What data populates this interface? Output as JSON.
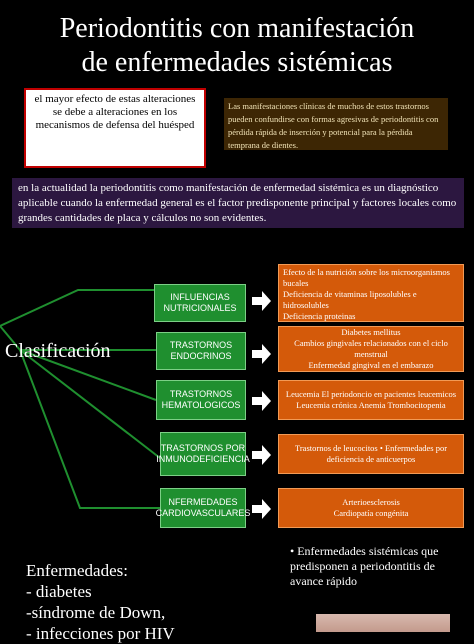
{
  "slide": {
    "title_line1": "Periodontitis con manifestación",
    "title_line2": "de enfermedades sistémicas"
  },
  "intro": {
    "white_box": "el mayor efecto de estas alteraciones se debe a alteraciones en los mecanismos de defensa del huésped",
    "brown_box": "Las manifestaciones clínicas de muchos de estos trastornos pueden confundirse con formas agresivas de periodontitis con pérdida rápida de inserción y potencial para la pérdida temprana de dientes.",
    "purple_box": "en la actualidad la periodontitis como manifestación de enfermedad sistémica es un diagnóstico aplicable cuando la enfermedad general es el factor predisponente principal y factores locales como grandes cantidades de placa y cálculos no son evidentes."
  },
  "classification": {
    "heading": "Clasificación",
    "rows": [
      {
        "label": "INFLUENCIAS NUTRICIONALES",
        "desc_lines": [
          "Efecto de la nutrición sobre los microorganismos bucales",
          "Deficiencia de vitaminas liposolubles e hidrosolubles",
          "Deficiencia proteinas"
        ]
      },
      {
        "label": "TRASTORNOS ENDOCRINOS",
        "desc_lines": [
          "Diabetes mellitus",
          "Cambios gingivales relacionados con el ciclo menstrual",
          "Enfermedad gingival en el embarazo"
        ]
      },
      {
        "label": "TRASTORNOS HEMATOLOGICOS",
        "desc_lines": [
          "Leucemia El periodoncio en pacientes leucemicos",
          "Leucemia crónica Anemia Trombocitopenia"
        ]
      },
      {
        "label": "TRASTORNOS POR INMUNODEFICIENCIA",
        "desc_lines": [
          "Trastornos de leucocitos • Enfermedades por deficiencia de anticuerpos"
        ]
      },
      {
        "label": "NFERMEDADES CARDIOVASCULARES",
        "desc_lines": [
          "Arterioesclerosis",
          "Cardiopatía congénita"
        ]
      }
    ]
  },
  "bottom": {
    "enfermedades_heading": "Enfermedades:",
    "enfermedades_items": [
      "- diabetes",
      "-síndrome de Down,",
      "- infecciones por HIV"
    ],
    "bullet": "Enfermedades sistémicas que predisponen a periodontitis de avance rápido"
  },
  "colors": {
    "category_green": "#1f8f2f",
    "description_orange": "#d45a0a",
    "brown_box": "#3d2604",
    "purple_box": "#2c1740",
    "white_box_border": "#c00000"
  }
}
